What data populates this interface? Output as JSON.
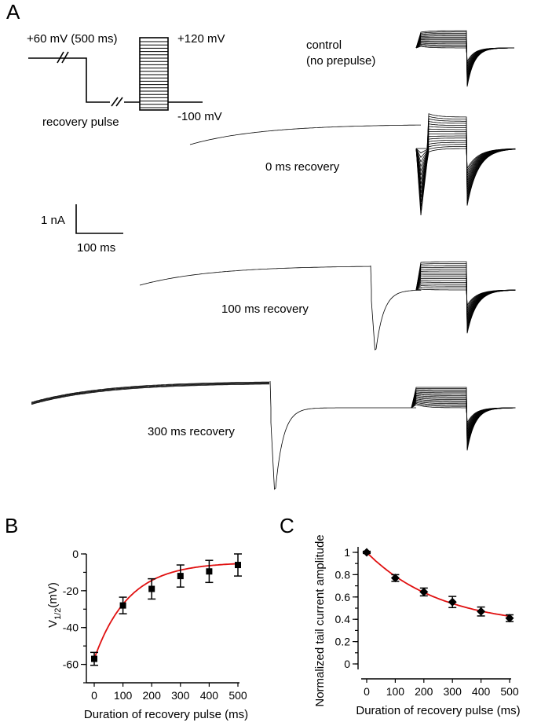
{
  "panels": {
    "a": "A",
    "b": "B",
    "c": "C"
  },
  "panel_a": {
    "protocol": {
      "prepulse": "+60 mV (500 ms)",
      "test_top": "+120 mV",
      "recovery": "recovery pulse",
      "holding": "-100 mV"
    },
    "control_label_1": "control",
    "control_label_2": "(no prepulse)",
    "trace_labels": [
      "0 ms recovery",
      "100 ms recovery",
      "300 ms recovery"
    ],
    "scalebar": {
      "current": "1 nA",
      "time": "100 ms"
    }
  },
  "chart_data": [
    {
      "type": "scatter",
      "panel": "B",
      "xlabel": "Duration of recovery pulse (ms)",
      "ylabel": "V1/2 (mV)",
      "ylabel_main": "V",
      "ylabel_sub": "1/2",
      "ylabel_unit": "(mV)",
      "xlim": [
        0,
        500
      ],
      "ylim": [
        -70,
        0
      ],
      "xticks": [
        "0",
        "100",
        "200",
        "300",
        "400",
        "500"
      ],
      "yticks": [
        "0",
        "-20",
        "-40",
        "-60"
      ],
      "x": [
        0,
        100,
        200,
        300,
        400,
        500
      ],
      "y": [
        -57,
        -28,
        -19,
        -12,
        -9.5,
        -6
      ],
      "err": [
        3.5,
        4.5,
        5.5,
        6,
        6,
        6
      ],
      "fit_color": "#e01010",
      "fit": {
        "y0": -57,
        "yinf": -4.5,
        "tau": 120
      }
    },
    {
      "type": "scatter",
      "panel": "C",
      "xlabel": "Duration of recovery pulse (ms)",
      "ylabel": "Normalized tail current amplitude",
      "xlim": [
        0,
        500
      ],
      "ylim": [
        0,
        1
      ],
      "xticks": [
        "0",
        "100",
        "200",
        "300",
        "400",
        "500"
      ],
      "yticks": [
        "0",
        "0.2",
        "0.4",
        "0.6",
        "0.8",
        "1"
      ],
      "x": [
        0,
        100,
        200,
        300,
        400,
        500
      ],
      "y": [
        1.0,
        0.77,
        0.645,
        0.555,
        0.47,
        0.41
      ],
      "err": [
        0.01,
        0.03,
        0.035,
        0.05,
        0.04,
        0.03
      ],
      "fit_color": "#e01010",
      "fit": {
        "y0": 1.0,
        "yinf": 0.33,
        "tau": 260
      }
    }
  ]
}
